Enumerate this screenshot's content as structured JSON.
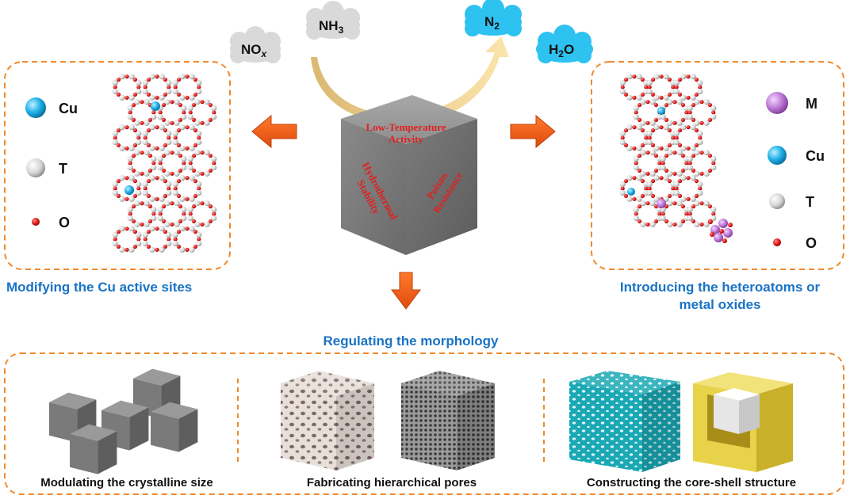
{
  "molecules": {
    "nox_main": "NO",
    "nox_sub": "x",
    "nh3_main": "NH",
    "nh3_sub": "3",
    "n2_main": "N",
    "n2_sub": "2",
    "h2o_h": "H",
    "h2o_sub": "2",
    "h2o_o": "O"
  },
  "center_cube": {
    "top_line1": "Low-Temperature",
    "top_line2": "Activity",
    "left_line1": "Hydrothermal",
    "left_line2": "Stability",
    "right_line1": "Poison",
    "right_line2": "Resistance"
  },
  "left_panel": {
    "legend": [
      {
        "label": "Cu",
        "icon": "cu-atom-icon"
      },
      {
        "label": "T",
        "icon": "t-atom-icon"
      },
      {
        "label": "O",
        "icon": "o-atom-icon"
      }
    ],
    "caption": "Modifying the Cu active sites"
  },
  "right_panel": {
    "legend": [
      {
        "label": "M",
        "icon": "m-atom-icon"
      },
      {
        "label": "Cu",
        "icon": "cu-atom-icon"
      },
      {
        "label": "T",
        "icon": "t-atom-icon"
      },
      {
        "label": "O",
        "icon": "o-atom-icon"
      }
    ],
    "caption_line1": "Introducing the heteroatoms or",
    "caption_line2": "metal oxides"
  },
  "bottom": {
    "heading": "Regulating the morphology",
    "items": [
      {
        "caption": "Modulating the crystalline size"
      },
      {
        "caption": "Fabricating hierarchical pores"
      },
      {
        "caption": "Constructing the core-shell structure"
      }
    ]
  },
  "colors": {
    "panel_border": "#f08a2c",
    "arrow": "#f26522",
    "caption_blue": "#1a73c4",
    "cube_text": "#e02020",
    "cu": "#1fb0e8",
    "m": "#c07ad8",
    "o": "#e01818",
    "t": "#dcdcdc",
    "bond": "#f0a020",
    "cloud_gray": "#d9d9d9",
    "cloud_blue": "#2ec2f0"
  }
}
